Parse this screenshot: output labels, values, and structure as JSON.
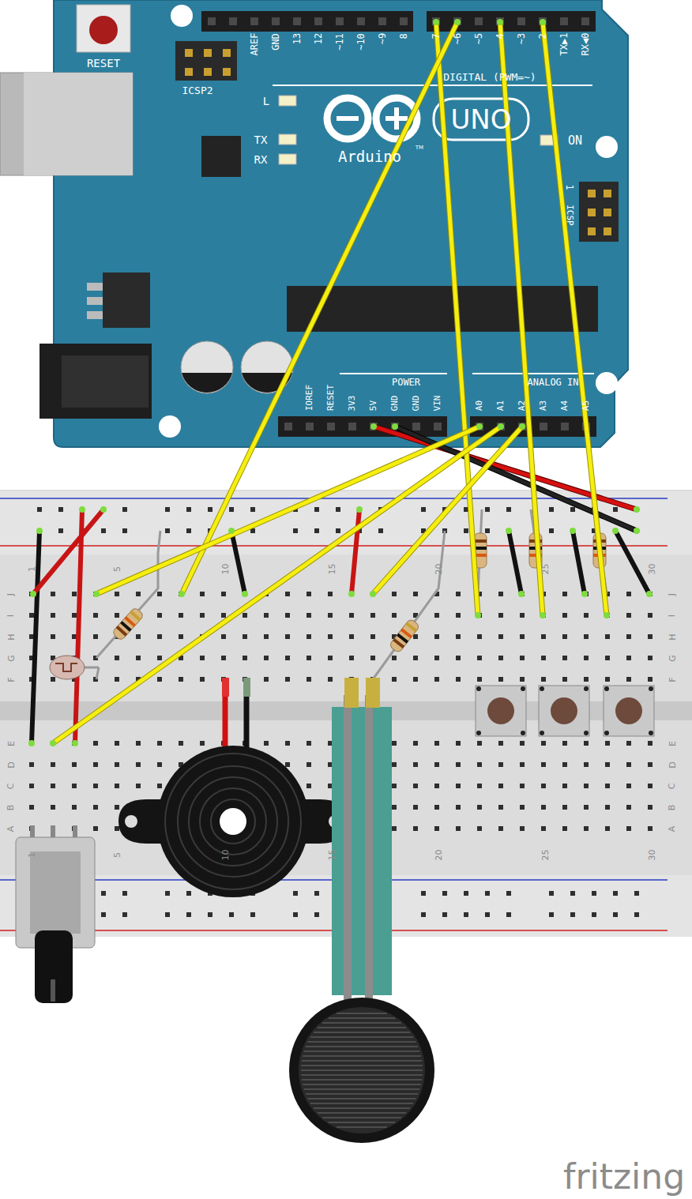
{
  "diagram": {
    "labels": [
      "RESET",
      "ICSP2",
      "AREF",
      "GND",
      "13",
      "12",
      "~11",
      "~10",
      "~9",
      "8",
      "7",
      "~6",
      "~5",
      "4",
      "~3",
      "2",
      "TX▶1",
      "RX◀0",
      "DIGITAL (PWM=~)",
      "L",
      "TX",
      "RX",
      "UNO",
      "Arduino",
      "TM",
      "ON",
      "1",
      "ICSP",
      "IOREF",
      "RESET",
      "3V3",
      "5V",
      "GND",
      "GND",
      "VIN",
      "POWER",
      "A0",
      "A1",
      "A2",
      "A3",
      "A4",
      "A5",
      "ANALOG IN",
      "J",
      "I",
      "H",
      "G",
      "F",
      "E",
      "D",
      "C",
      "B",
      "A",
      "J",
      "I",
      "H",
      "G",
      "F",
      "E",
      "D",
      "C",
      "B",
      "A",
      "1",
      "5",
      "10",
      "15",
      "20",
      "25",
      "30",
      "5",
      "10",
      "15",
      "20",
      "25",
      "30",
      "1",
      "fritzing"
    ]
  }
}
